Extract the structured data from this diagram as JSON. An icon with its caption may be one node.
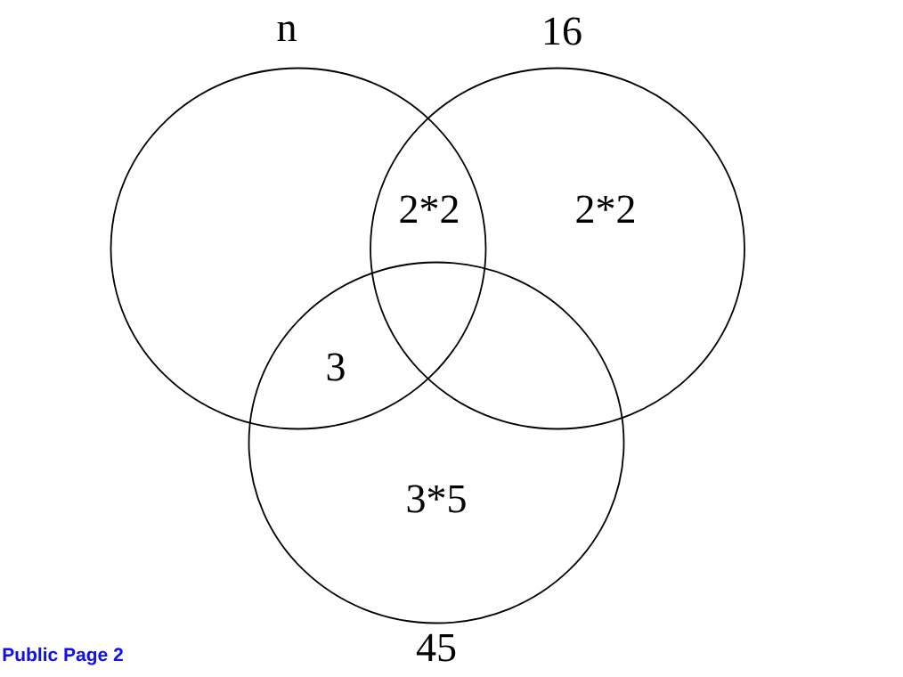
{
  "diagram": {
    "nodes": [
      {
        "text": [
          "n"
        ]
      },
      {
        "text": [
          "16",
          "2*2"
        ]
      },
      {
        "text": [
          "3*5",
          "45"
        ]
      }
    ],
    "labels": [
      "2*2",
      "3",
      "Public Page 2"
    ]
  }
}
